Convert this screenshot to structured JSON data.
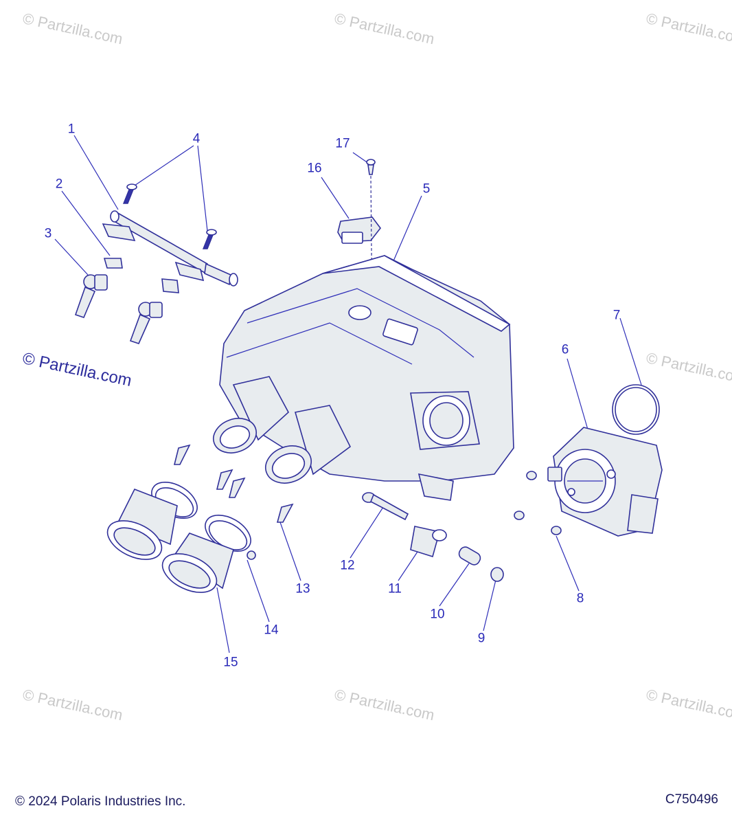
{
  "watermark_text": "© Partzilla.com",
  "footer": {
    "copyright": "© 2024 Polaris Industries Inc.",
    "drawing_id": "C750496"
  },
  "callouts": [
    "1",
    "2",
    "3",
    "4",
    "5",
    "6",
    "7",
    "8",
    "9",
    "10",
    "11",
    "12",
    "13",
    "14",
    "15",
    "16",
    "17"
  ],
  "colors": {
    "callout": "#2a2ab8",
    "part_outline": "#30309a",
    "part_fill": "#e8ecef",
    "watermark": "#c9c9c9"
  }
}
